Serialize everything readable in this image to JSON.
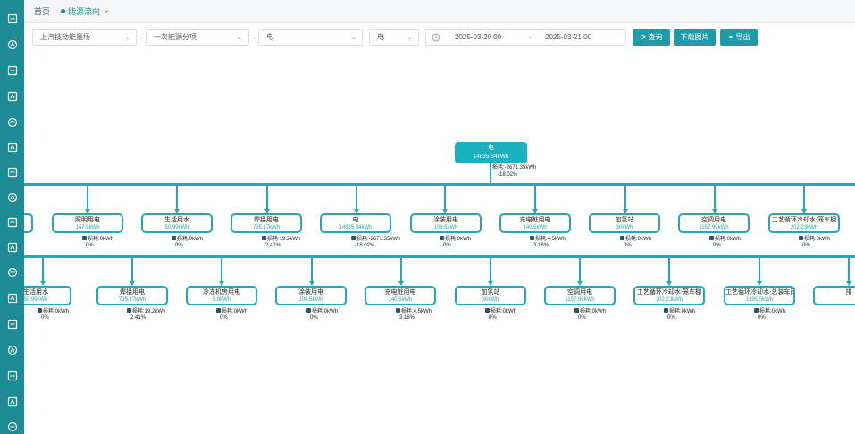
{
  "colors": {
    "sidebar": "#1e8c97",
    "accent": "#22a8b6",
    "button": "#1e9ba6"
  },
  "sidebar": {
    "icons": [
      "monitor-icon",
      "desktop-icon",
      "keyboard-icon",
      "gauge-icon",
      "bar-chart-icon",
      "history-icon",
      "trend-icon",
      "dashboard-icon",
      "grid-icon",
      "cube-icon",
      "panel-icon",
      "hierarchy-icon",
      "server-icon",
      "display-icon",
      "archive-icon",
      "chart-icon",
      "edit-icon"
    ]
  },
  "tabs": [
    {
      "label": "首页",
      "active": false
    },
    {
      "label": "能源流向",
      "active": true,
      "close": "×"
    }
  ],
  "filters": {
    "factory": "上汽技动能量场",
    "separator1": "-",
    "category": "一次能源分项",
    "separator2": "-",
    "energy": "电",
    "unit": "电",
    "start_date": "2025-03-20 00",
    "date_separator": "-",
    "end_date": "2025-03-21 00"
  },
  "buttons": {
    "query": "查询",
    "download": "下载图片",
    "export": "导出"
  },
  "tree": {
    "root": {
      "label": "电",
      "value": "14835.34kWh",
      "loss": "损耗:-2671.35kWh",
      "loss_pct": "-18.02%"
    },
    "level1": [
      {
        "label": "",
        "value": ""
      },
      {
        "label": "照明用电",
        "value": "147.9kWh",
        "loss": "损耗:0kWh",
        "loss_pct": "0%"
      },
      {
        "label": "生活用水",
        "value": "50.99kWh",
        "loss": "损耗:0kWh",
        "loss_pct": "0%"
      },
      {
        "label": "焊接用电",
        "value": "795.17kWh",
        "loss": "损耗:19.2kWh",
        "loss_pct": "2.41%"
      },
      {
        "label": "电",
        "value": "14835.34kWh",
        "loss": "损耗:-2671.35kWh",
        "loss_pct": "-18.02%"
      },
      {
        "label": "涂装用电",
        "value": "106.5kWh",
        "loss": "损耗:0kWh",
        "loss_pct": "0%"
      },
      {
        "label": "充电桩用电",
        "value": "140.5kWh",
        "loss": "损耗:4.5kWh",
        "loss_pct": "3.16%"
      },
      {
        "label": "加氢站",
        "value": "30kWh",
        "loss": "损耗:0kWh",
        "loss_pct": "0%"
      },
      {
        "label": "空调用电",
        "value": "1157.99kWh",
        "loss": "损耗:0kWh",
        "loss_pct": "0%"
      },
      {
        "label": "工艺循环冷却水-笼车棚",
        "value": "202.23kWh",
        "loss": "损耗:0kWh",
        "loss_pct": "0%"
      }
    ],
    "level2": [
      {
        "label": "生活用水",
        "value": "50.99kWh",
        "loss": "损耗:0kWh",
        "loss_pct": "0%"
      },
      {
        "label": "焊接用电",
        "value": "795.17kWh",
        "loss": "损耗:19.2kWh",
        "loss_pct": "2.41%"
      },
      {
        "label": "冷冻机房用电",
        "value": "5.8kWh",
        "loss": "损耗:0kWh",
        "loss_pct": "0%"
      },
      {
        "label": "涂装用电",
        "value": "106.5kWh",
        "loss": "损耗:0kWh",
        "loss_pct": "0%"
      },
      {
        "label": "充电桩用电",
        "value": "140.5kWh",
        "loss": "损耗:4.5kWh",
        "loss_pct": "3.16%"
      },
      {
        "label": "加氢站",
        "value": "30kWh",
        "loss": "损耗:0kWh",
        "loss_pct": "0%"
      },
      {
        "label": "空调用电",
        "value": "1157.99kWh",
        "loss": "损耗:0kWh",
        "loss_pct": "0%"
      },
      {
        "label": "工艺循环冷却水-笼车棚",
        "value": "202.23kWh",
        "loss": "损耗:0kWh",
        "loss_pct": "0%"
      },
      {
        "label": "工艺循环冷却水-总装车间",
        "value": "1395.5kWh",
        "loss": "损耗:0kWh",
        "loss_pct": "0%"
      },
      {
        "label": "排",
        "value": ""
      }
    ]
  }
}
